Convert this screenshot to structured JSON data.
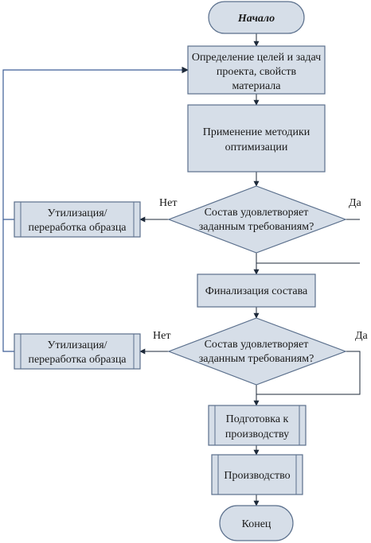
{
  "flowchart": {
    "start": "Начало",
    "step_define": [
      "Определение целей и задач",
      "проекта, свойств",
      "материала"
    ],
    "step_optimize": [
      "Применение методики",
      "оптимизации"
    ],
    "decision_1": [
      "Состав удовлетворяет",
      "заданным требованиям?"
    ],
    "decision_1_no": "Нет",
    "decision_1_yes": "Да",
    "recycle_1": [
      "Утилизация/",
      "переработка образца"
    ],
    "step_finalize": "Финализация состава",
    "decision_2": [
      "Состав удовлетворяет",
      "заданным требованиям?"
    ],
    "decision_2_no": "Нет",
    "decision_2_yes": "Да",
    "recycle_2": [
      "Утилизация/",
      "переработка образца"
    ],
    "step_prepare": [
      "Подготовка к",
      "производству"
    ],
    "step_production": "Производство",
    "end": "Конец"
  }
}
